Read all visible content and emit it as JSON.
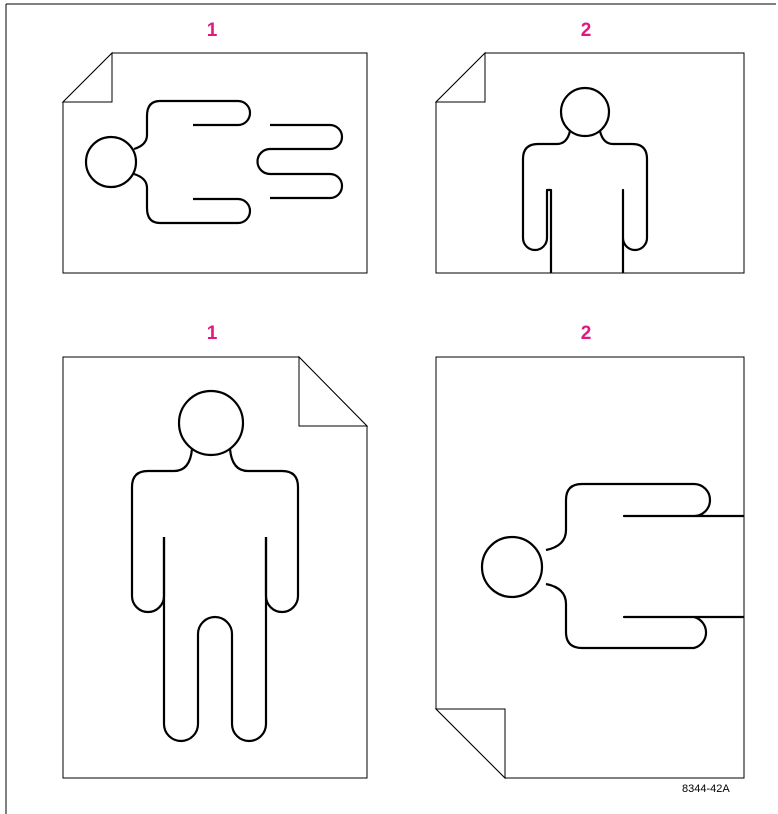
{
  "diagram": {
    "panels": [
      {
        "label": "1",
        "orientation": "landscape",
        "figure": "body-head-left"
      },
      {
        "label": "2",
        "orientation": "landscape",
        "figure": "torso-head-top"
      },
      {
        "label": "1",
        "orientation": "portrait",
        "figure": "full-body-head-top"
      },
      {
        "label": "2",
        "orientation": "portrait",
        "figure": "torso-head-left"
      }
    ],
    "figure_code": "8344-42A",
    "label_color": "#e0187f"
  }
}
